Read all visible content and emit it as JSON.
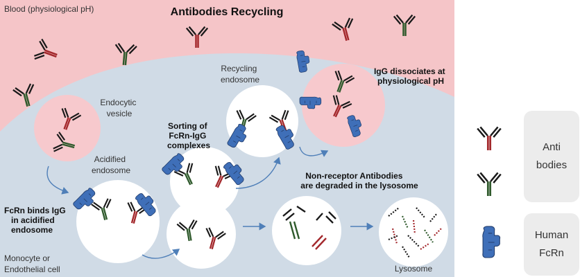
{
  "diagram": {
    "title": "Antibodies Recycling",
    "blood_label": "Blood (physiological pH)",
    "cell_label_line1": "Monocyte or",
    "cell_label_line2": "Endothelial cell",
    "endocytic_line1": "Endocytic",
    "endocytic_line2": "vesicle",
    "acidified_line1": "Acidified",
    "acidified_line2": "endosome",
    "recycling_line1": "Recycling",
    "recycling_line2": "endosome",
    "sorting_line1": "Sorting of",
    "sorting_line2": "FcRn-IgG",
    "sorting_line3": "complexes",
    "fcrn_binds_line1": "FcRn binds IgG",
    "fcrn_binds_line2": "in acidified",
    "fcrn_binds_line3": "endosome",
    "dissociate_line1": "IgG dissociates at",
    "dissociate_line2": "physiological pH",
    "nonreceptor_line1": "Non-receptor Antibodies",
    "nonreceptor_line2": "are degraded in the lysosome",
    "lysosome_label": "Lysosome"
  },
  "legend": {
    "antibodies_line1": "Anti",
    "antibodies_line2": "bodies",
    "fcrn_line1": "Human",
    "fcrn_line2": "FcRn"
  },
  "colors": {
    "blood": "#f5c5c8",
    "cell": "#d0dbe6",
    "vesicle": "#f7c9cd",
    "antibody_red": "#a3282c",
    "antibody_green": "#2f5a2c",
    "fcrn_blue": "#3f6fb8",
    "arrow": "#4f7fb8"
  }
}
